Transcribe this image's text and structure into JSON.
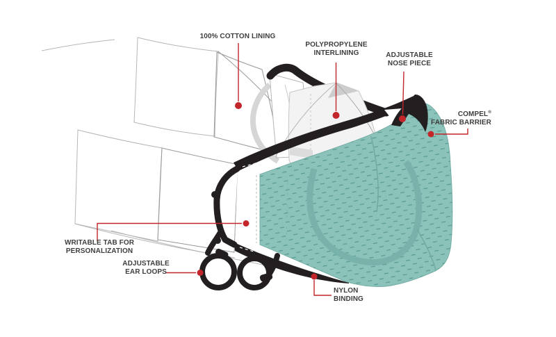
{
  "diagram": {
    "type": "exploded-product-diagram",
    "subject": "face mask layers"
  },
  "labels": {
    "cotton": {
      "text": "100% COTTON LINING"
    },
    "interlining": {
      "line1": "POLYPROPYLENE",
      "line2": "INTERLINING"
    },
    "nose": {
      "line1": "ADJUSTABLE",
      "line2": "NOSE PIECE"
    },
    "compel": {
      "brand": "COMPEL",
      "reg": "®",
      "line2": "FABRIC BARRIER"
    },
    "tab": {
      "line1": "WRITABLE TAB FOR",
      "line2": "PERSONALIZATION"
    },
    "earloops": {
      "line1": "ADJUSTABLE",
      "line2": "EAR LOOPS"
    },
    "nylon": {
      "line1": "NYLON",
      "line2": "BINDING"
    }
  },
  "colors": {
    "teal": "#8BC3BB",
    "tealdark": "#79B2AA",
    "tealedge": "#74ADA5",
    "stitch": "#57998F",
    "ink": "#231F20",
    "red": "#C2262B",
    "text": "#3E3E3F",
    "wire": "#B5B5B5",
    "wiredark": "#989898",
    "panel": "#F3F3F3",
    "panelshadow": "#CDCDCD",
    "crescent": "#D6D6D6",
    "background": "#FFFFFF"
  }
}
